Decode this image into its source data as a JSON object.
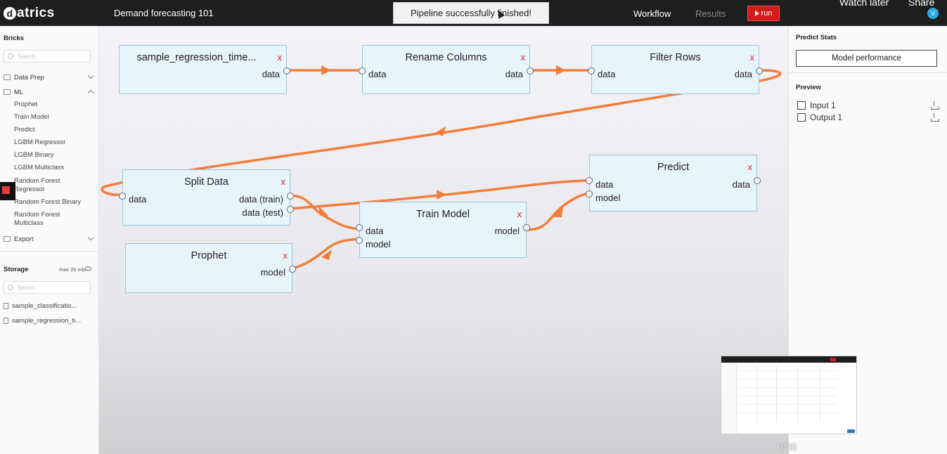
{
  "app": {
    "logo_text": "atrics",
    "logo_mark": "d",
    "project_title": "Demand forecasting 101"
  },
  "header": {
    "toast": "Pipeline successfully finished!",
    "nav_workflow": "Workflow",
    "nav_results": "Results",
    "run_label": "run",
    "avatar_letter": "V",
    "colors": {
      "bar": "#1e1e1e",
      "run": "#d21c1c",
      "avatar": "#2aa8e0"
    }
  },
  "video_overlay": {
    "watch_later": "Watch later",
    "share": "Share",
    "timestamp": "6:05"
  },
  "sidebar": {
    "bricks_title": "Bricks",
    "search_placeholder": "Search",
    "categories": [
      {
        "label": "Data Prep",
        "expanded": false
      },
      {
        "label": "ML",
        "expanded": true
      },
      {
        "label": "Export",
        "expanded": false
      }
    ],
    "ml_items": [
      "Prophet",
      "Train Model",
      "Predict",
      "LGBM Regressor",
      "LGBM Binary",
      "LGBM Multiclass",
      "Random Forest Regressor",
      "Random Forest Binary",
      "Random Forest Multiclass"
    ],
    "storage_title": "Storage",
    "storage_limit": "max 20 mb",
    "storage_search_placeholder": "Search",
    "files": [
      "sample_classificatio...",
      "sample_regression_ti..."
    ]
  },
  "workflow": {
    "wire_color": "#f37e3b",
    "close_symbol": "x",
    "nodes": [
      {
        "id": "sample",
        "title": "sample_regression_time...",
        "outputs": [
          "data"
        ],
        "inputs": []
      },
      {
        "id": "rename",
        "title": "Rename Columns",
        "inputs": [
          "data"
        ],
        "outputs": [
          "data"
        ]
      },
      {
        "id": "filter",
        "title": "Filter Rows",
        "inputs": [
          "data"
        ],
        "outputs": [
          "data"
        ]
      },
      {
        "id": "split",
        "title": "Split Data",
        "inputs": [
          "data"
        ],
        "outputs": [
          "data (train)",
          "data (test)"
        ]
      },
      {
        "id": "prophet",
        "title": "Prophet",
        "inputs": [],
        "outputs": [
          "model"
        ]
      },
      {
        "id": "train",
        "title": "Train Model",
        "inputs": [
          "data",
          "model"
        ],
        "outputs": [
          "model"
        ]
      },
      {
        "id": "predict",
        "title": "Predict",
        "inputs": [
          "data",
          "model"
        ],
        "outputs": [
          "data"
        ]
      }
    ]
  },
  "right_panel": {
    "predict_stats_title": "Predict Stats",
    "model_performance_button": "Model performance",
    "preview_title": "Preview",
    "preview_items": [
      {
        "label": "Input 1",
        "checked": false
      },
      {
        "label": "Output 1",
        "checked": false
      }
    ]
  }
}
